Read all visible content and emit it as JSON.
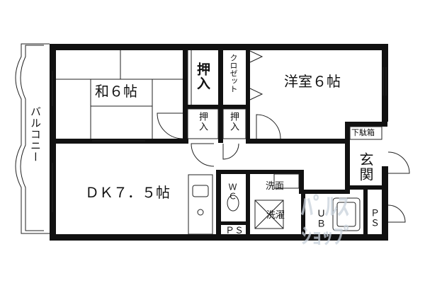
{
  "rooms": {
    "balcony": "バルコニー",
    "washitsu": "和６帖",
    "oshiire_main": "押入",
    "oshiire_small_1": "押入",
    "oshiire_small_2": "押入",
    "closet": "クロゼット",
    "youshitsu": "洋室６帖",
    "shoe_box": "下駄箱",
    "genkan": "玄関",
    "dk": "ＤＫ７．５帖",
    "wc": "ＷＣ",
    "senmen": "洗面",
    "sentaku": "洗濯",
    "ub": "ＵＢ",
    "ps_1": "ＰＳ",
    "ps_2": "ＰＳ"
  },
  "watermark": {
    "text_top": "ﾊﾟﾙｽ",
    "text_bottom": "ｼｮｯﾌﾟ"
  },
  "colors": {
    "wall": "#111111",
    "line": "#222222",
    "background": "#ffffff",
    "watermark": "#c9d2dc"
  }
}
